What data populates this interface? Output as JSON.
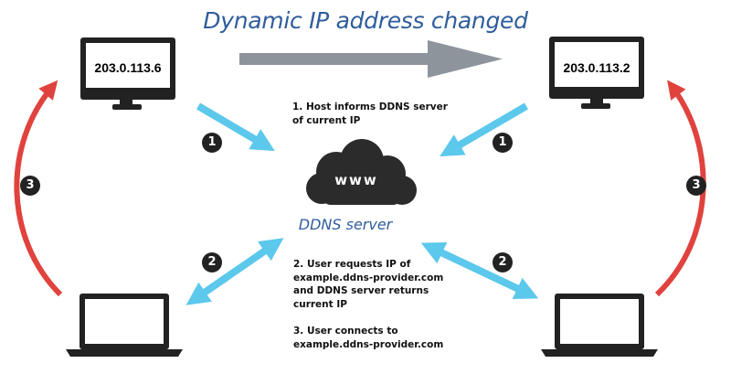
{
  "title": "Dynamic IP address changed",
  "hosts": {
    "left_ip": "203.0.113.6",
    "right_ip": "203.0.113.2"
  },
  "server": {
    "label": "DDNS server",
    "icon_text": "www"
  },
  "steps": {
    "step1_lines": [
      "1. Host informs DDNS server",
      "of current IP"
    ],
    "step2_lines": [
      "2. User requests IP of",
      "example.ddns-provider.com",
      "and DDNS server returns",
      "current IP"
    ],
    "step3_lines": [
      "3. User connects to",
      "example.ddns-provider.com"
    ]
  },
  "badges": {
    "one": "1",
    "two": "2",
    "three": "3"
  },
  "colors": {
    "title_blue": "#2f5d9c",
    "cyan_arrow": "#5bc8ec",
    "red_arrow": "#e0433e",
    "gray_arrow": "#8e949c",
    "cloud": "#2b2b2b"
  }
}
